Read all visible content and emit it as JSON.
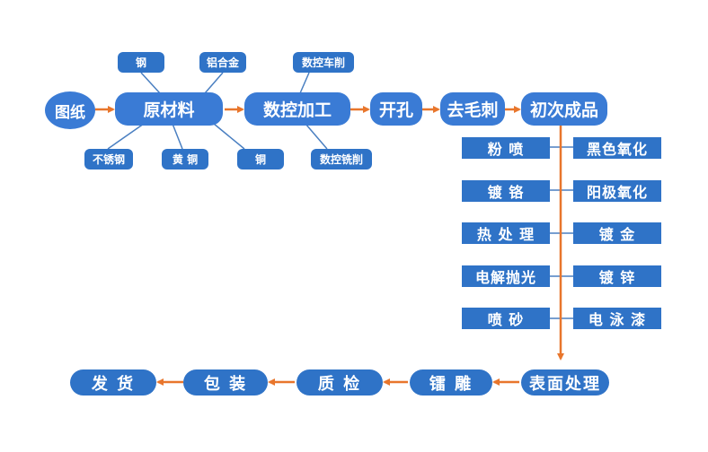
{
  "colors": {
    "box": "#3a7bd5",
    "box_dark": "#2f73c7",
    "arrow": "#e8762c",
    "line": "#4a7fc1"
  },
  "top_flow": {
    "drawing": "图纸",
    "material": "原材料",
    "cnc": "数控加工",
    "drilling": "开孔",
    "deburring": "去毛刺",
    "first_product": "初次成品"
  },
  "materials": [
    "钢",
    "铝合金",
    "不锈钢",
    "黄 铜",
    "铜"
  ],
  "cnc_methods": [
    "数控车削",
    "数控铣削"
  ],
  "surface_left": [
    "粉 喷",
    "镀 铬",
    "热 处 理",
    "电解抛光",
    "喷 砂"
  ],
  "surface_right": [
    "黑色氧化",
    "阳极氧化",
    "镀 金",
    "镀 锌",
    "电 泳 漆"
  ],
  "bottom_flow": {
    "surface_treatment": "表面处理",
    "engraving": "镭 雕",
    "inspection": "质 检",
    "packaging": "包 装",
    "shipping": "发 货"
  }
}
